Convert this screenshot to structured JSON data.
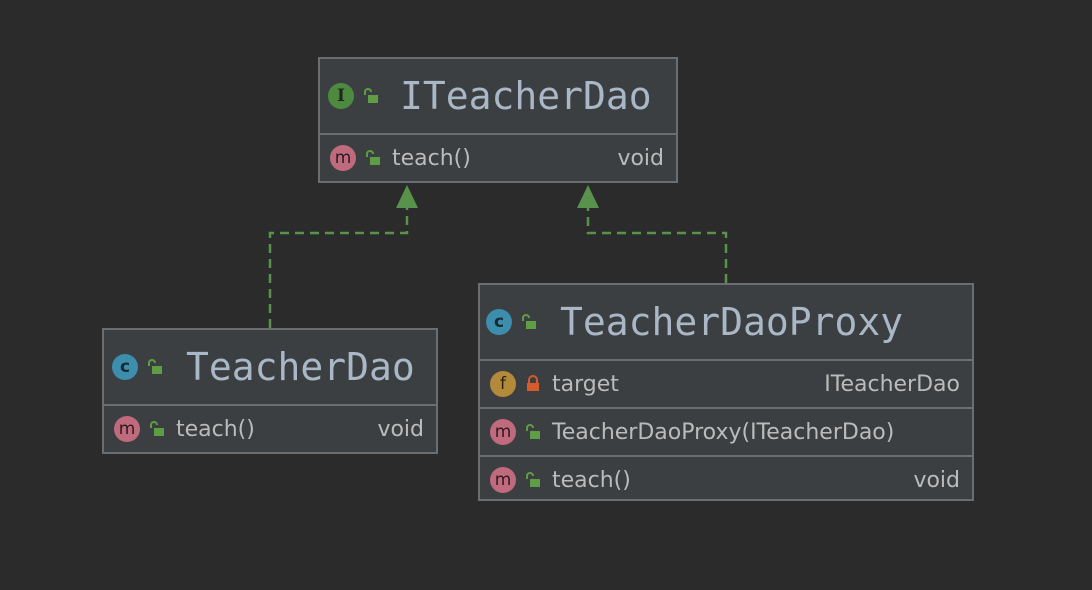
{
  "colors": {
    "background": "#2b2b2b",
    "box_fill": "#3c3f41",
    "box_border": "#6b6e70",
    "realization_edge": "#59924a",
    "interface_icon": "#4d8a3f",
    "class_icon": "#3d8eac",
    "method_icon": "#c06b7d",
    "field_icon": "#b38a3a",
    "public_lock": "#5f9d45",
    "private_lock": "#d35b2c"
  },
  "diagram": {
    "interface_box": {
      "name": "ITeacherDao",
      "kind_icon": "interface-icon",
      "kind_letter": "I",
      "visibility_icon": "public-unlocked-icon",
      "methods": [
        {
          "name": "teach()",
          "type": "void",
          "kind_icon": "method-icon",
          "kind_letter": "m",
          "visibility_icon": "public-unlocked-icon"
        }
      ]
    },
    "teacher_dao_box": {
      "name": "TeacherDao",
      "kind_icon": "class-icon",
      "kind_letter": "c",
      "visibility_icon": "public-unlocked-icon",
      "methods": [
        {
          "name": "teach()",
          "type": "void",
          "kind_icon": "method-icon",
          "kind_letter": "m",
          "visibility_icon": "public-unlocked-icon"
        }
      ]
    },
    "proxy_box": {
      "name": "TeacherDaoProxy",
      "kind_icon": "class-icon",
      "kind_letter": "c",
      "visibility_icon": "public-unlocked-icon",
      "fields": [
        {
          "name": "target",
          "type": "ITeacherDao",
          "kind_icon": "field-icon",
          "kind_letter": "f",
          "visibility_icon": "private-locked-icon"
        }
      ],
      "constructors": [
        {
          "name": "TeacherDaoProxy(ITeacherDao)",
          "type": "",
          "kind_icon": "method-icon",
          "kind_letter": "m",
          "visibility_icon": "public-unlocked-icon"
        }
      ],
      "methods": [
        {
          "name": "teach()",
          "type": "void",
          "kind_icon": "method-icon",
          "kind_letter": "m",
          "visibility_icon": "public-unlocked-icon"
        }
      ]
    },
    "relations": [
      {
        "from": "TeacherDao",
        "to": "ITeacherDao",
        "kind": "realization"
      },
      {
        "from": "TeacherDaoProxy",
        "to": "ITeacherDao",
        "kind": "realization"
      }
    ]
  }
}
